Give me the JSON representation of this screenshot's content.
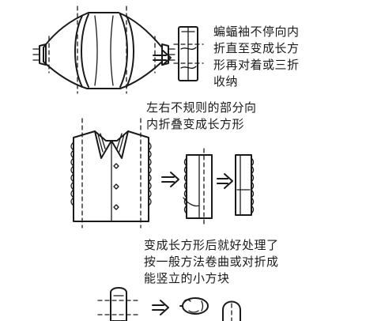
{
  "captions": {
    "step1": [
      "蝙蝠袖不停向内",
      "折直至变成长方",
      "形再对着或三折",
      "收纳"
    ],
    "step2": [
      "左右不规则的部分向",
      "内折叠变成长方形"
    ],
    "step3": [
      "变成长方形后就好处理了",
      "按一般方法卷曲或对折成",
      "能竖立的小方块"
    ]
  },
  "icons": {
    "batwing_shirt": "batwing-sleeve-shirt-fold-sketch",
    "rect_folded_1": "folded-rectangle-sketch",
    "collar_shirt": "collared-ruffle-shirt-sketch",
    "rect_half": "half-folded-shirt-sketch",
    "rect_full": "folded-rectangle-sketch",
    "roll": "rolled-cloth-sketch",
    "arrow": "right-arrow-icon"
  }
}
